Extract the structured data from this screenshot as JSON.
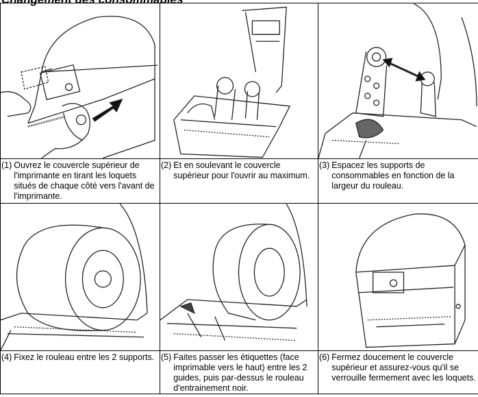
{
  "page": {
    "heading": "Changement des consommables"
  },
  "steps": [
    {
      "number": "(1)",
      "text": "Ouvrez le couvercle supérieur de l'imprimante en tirant les loquets situés de chaque côté vers l'avant de l'imprimante."
    },
    {
      "number": "(2)",
      "text": "Et en soulevant le couvercle supérieur pour l'ouvrir au maximum."
    },
    {
      "number": "(3)",
      "text": "Espacez les supports de consommables en fonction de la largeur du rouleau."
    },
    {
      "number": "(4)",
      "text": "Fixez le rouleau entre les 2 supports."
    },
    {
      "number": "(5)",
      "text": "Faites passer les étiquettes (face imprimable vers le haut) entre les 2 guides, puis par-dessus le rouleau d'entrainement noir."
    },
    {
      "number": "(6)",
      "text": "Fermez doucement le couvercle supérieur et assurez-vous qu'il se verrouille fermement avec les loquets."
    }
  ],
  "icons": {
    "illustration_1": "printer-open-latch-illustration",
    "illustration_2": "printer-cover-lifted-illustration",
    "illustration_3": "media-holders-spread-illustration",
    "illustration_4": "roll-mounted-illustration",
    "illustration_5": "label-threading-illustration",
    "illustration_6": "printer-closed-illustration"
  }
}
